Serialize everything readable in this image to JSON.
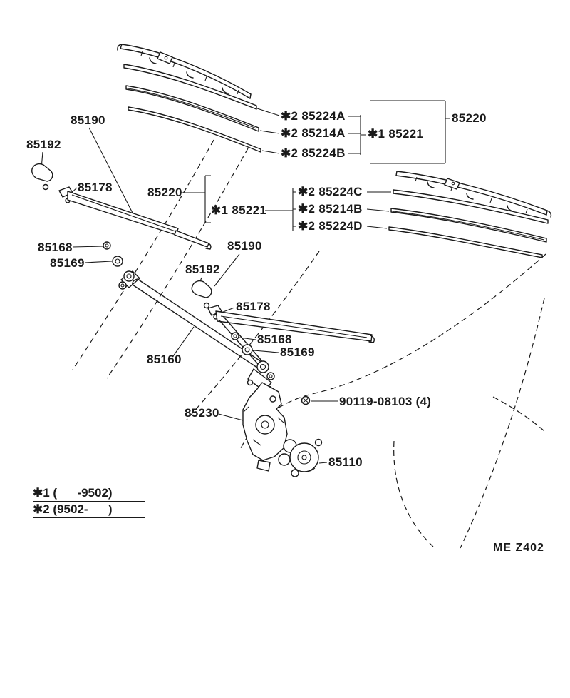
{
  "colors": {
    "ink": "#1a1a1a",
    "background": "#ffffff"
  },
  "diagram_code": "ME Z402",
  "footnotes": {
    "line1": "✱1 (      -9502)",
    "line2": "✱2 (9502-      )"
  },
  "labels": {
    "arm_left_assy": "85190",
    "cap_left": "85192",
    "pivot_left": "85178",
    "blade_assy_left_ref": "85220",
    "blade_top_1": "✱2 85224A",
    "blade_top_2": "✱2 85214A",
    "blade_top_assy_old": "✱1 85221",
    "blade_top_3": "✱2 85224B",
    "blade_assy_right_ref": "85220",
    "blade_right_assy_old": "✱1 85221",
    "blade_right_1": "✱2 85224C",
    "blade_right_2": "✱2 85214B",
    "blade_right_3": "✱2 85224D",
    "nut_left_outer": "85168",
    "nut_left_inner": "85169",
    "arm_right_assy": "85190",
    "cap_right": "85192",
    "pivot_right": "85178",
    "nut_right_outer": "85168",
    "nut_right_inner": "85169",
    "link_assy": "85160",
    "screw": "90119-08103 (4)",
    "bracket": "85230",
    "motor": "85110"
  }
}
